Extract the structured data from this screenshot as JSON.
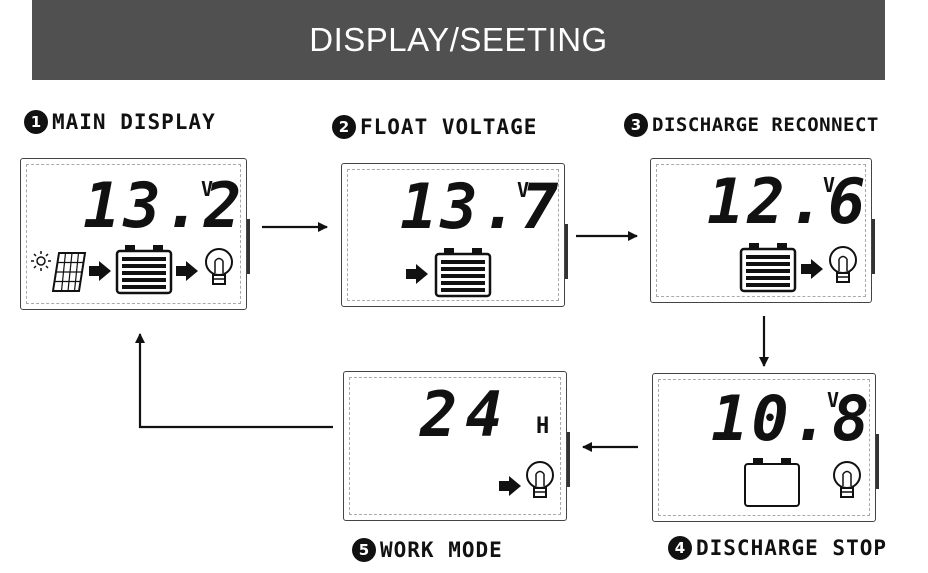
{
  "header": {
    "title": "DISPLAY/SEETING"
  },
  "steps": [
    {
      "num": "1",
      "label": "MAIN DISPLAY",
      "value": "13.2",
      "unit": "V",
      "icons": [
        "sun-icon",
        "solar-panel-icon",
        "arrow-icon",
        "battery-full-icon",
        "arrow-icon",
        "bulb-icon"
      ]
    },
    {
      "num": "2",
      "label": "FLOAT VOLTAGE",
      "value": "13.7",
      "unit": "V",
      "icons": [
        "arrow-icon",
        "battery-full-icon"
      ]
    },
    {
      "num": "3",
      "label": "DISCHARGE RECONNECT",
      "value": "12.6",
      "unit": "V",
      "icons": [
        "battery-full-icon",
        "arrow-icon",
        "bulb-icon"
      ]
    },
    {
      "num": "4",
      "label": "DISCHARGE STOP",
      "value": "10.8",
      "unit": "V",
      "icons": [
        "battery-empty-icon",
        "bulb-icon"
      ]
    },
    {
      "num": "5",
      "label": "WORK MODE",
      "value": "24",
      "unit": "H",
      "icons": [
        "arrow-icon",
        "bulb-icon"
      ]
    }
  ]
}
